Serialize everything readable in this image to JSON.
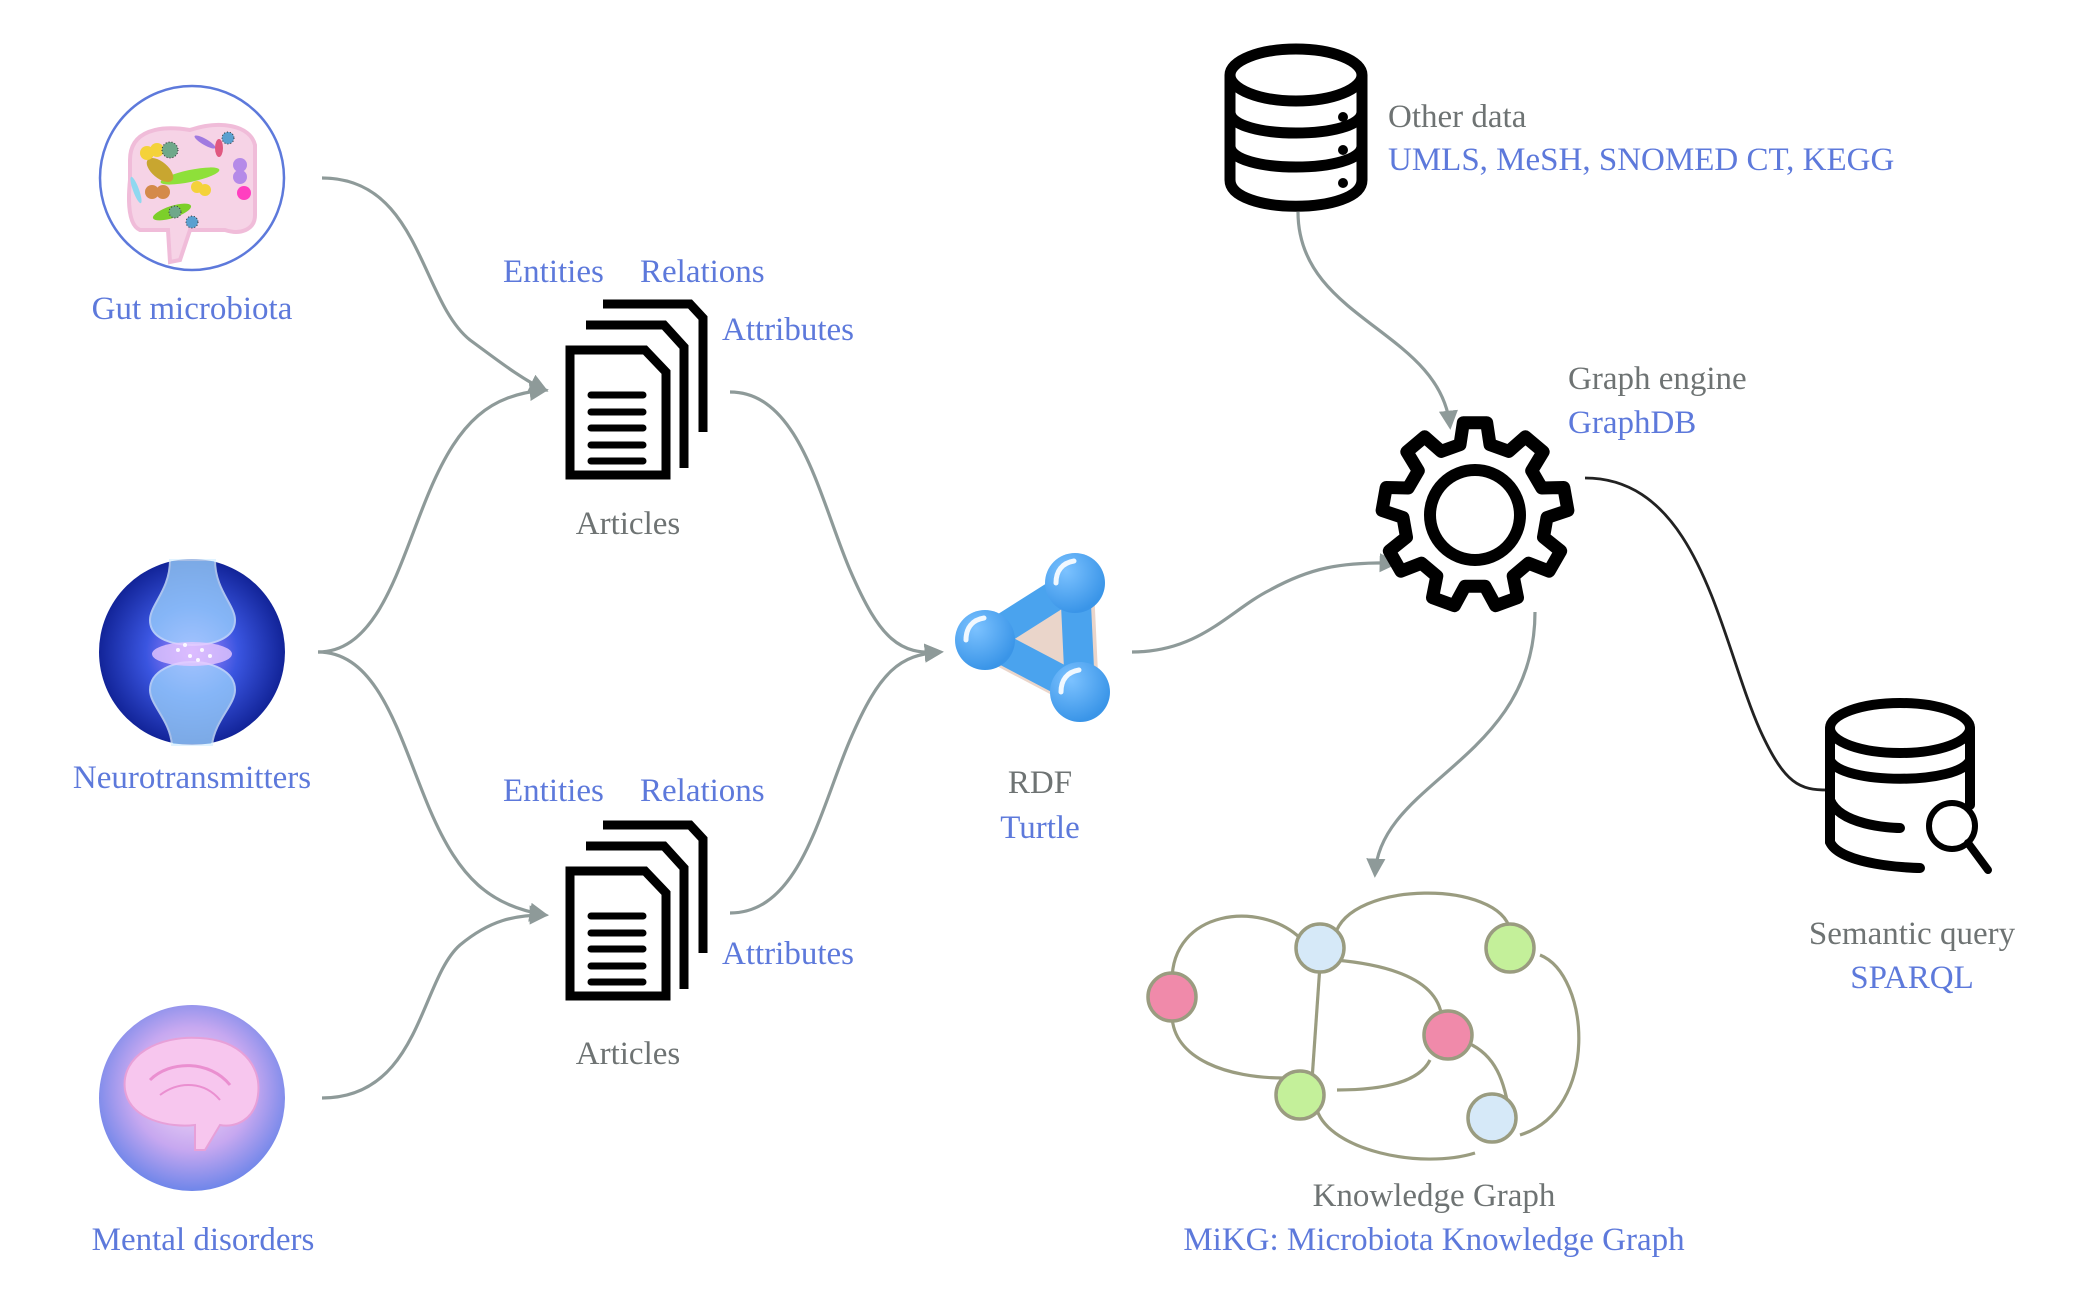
{
  "title": "MiKG construction pipeline",
  "sources": [
    {
      "label": "Gut microbiota",
      "icon": "gut-microbiota-image"
    },
    {
      "label": "Neurotransmitters",
      "icon": "synapse-image"
    },
    {
      "label": "Mental disorders",
      "icon": "brain-image"
    }
  ],
  "articles": [
    {
      "entities": "Entities",
      "relations": "Relations",
      "attributes": "Attributes",
      "label": "Articles"
    },
    {
      "entities": "Entities",
      "relations": "Relations",
      "attributes": "Attributes",
      "label": "Articles"
    }
  ],
  "rdf": {
    "title": "RDF",
    "subtitle": "Turtle",
    "icon": "rdf-molecule-icon"
  },
  "other_data": {
    "title": "Other data",
    "subtitle": "UMLS, MeSH, SNOMED CT, KEGG",
    "icon": "database-icon"
  },
  "graph_engine": {
    "title": "Graph engine",
    "subtitle": "GraphDB",
    "icon": "gear-icon"
  },
  "semantic_query": {
    "title": "Semantic query",
    "subtitle": "SPARQL",
    "icon": "database-search-icon"
  },
  "knowledge_graph": {
    "title": "Knowledge Graph",
    "subtitle": "MiKG: Microbiota Knowledge Graph",
    "nodes": [
      {
        "color": "#f08aaa"
      },
      {
        "color": "#d6e9f8"
      },
      {
        "color": "#c4f09a"
      },
      {
        "color": "#f08aaa"
      },
      {
        "color": "#c4f09a"
      },
      {
        "color": "#d6e9f8"
      }
    ]
  },
  "colors": {
    "accent_text": "#5d79db",
    "secondary_text": "#6e7373",
    "arrow": "#8e9a99",
    "icon": "#000000",
    "rdf": "#4aa3ee"
  }
}
